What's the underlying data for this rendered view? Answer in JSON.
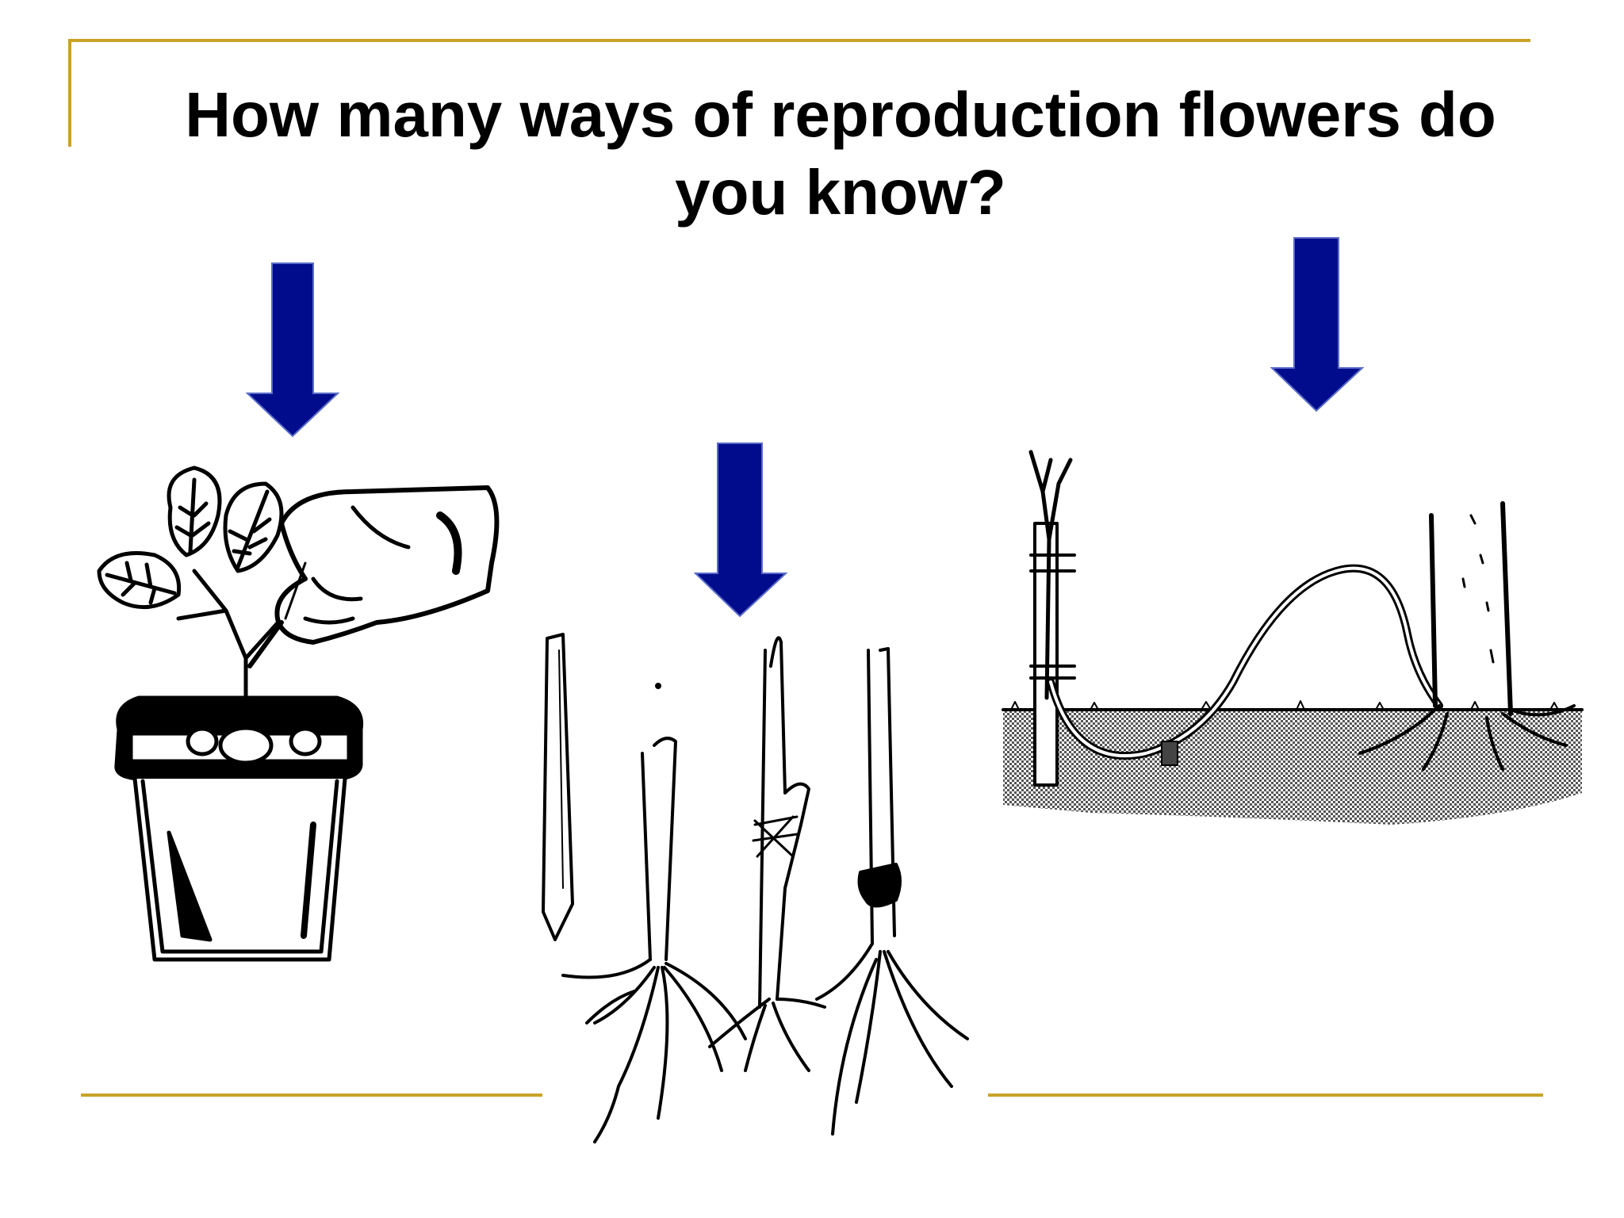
{
  "slide": {
    "title": "How many ways of reproduction flowers do you know?"
  },
  "colors": {
    "frame": "#c9a227",
    "arrow": "#000c8c",
    "title": "#000000"
  },
  "illustrations": [
    {
      "name": "cutting-in-pot",
      "description_icon": "hand-cutting-potted-plant-icon"
    },
    {
      "name": "grafting",
      "description_icon": "grafted-stems-icon"
    },
    {
      "name": "layering",
      "description_icon": "layering-branch-icon"
    }
  ]
}
